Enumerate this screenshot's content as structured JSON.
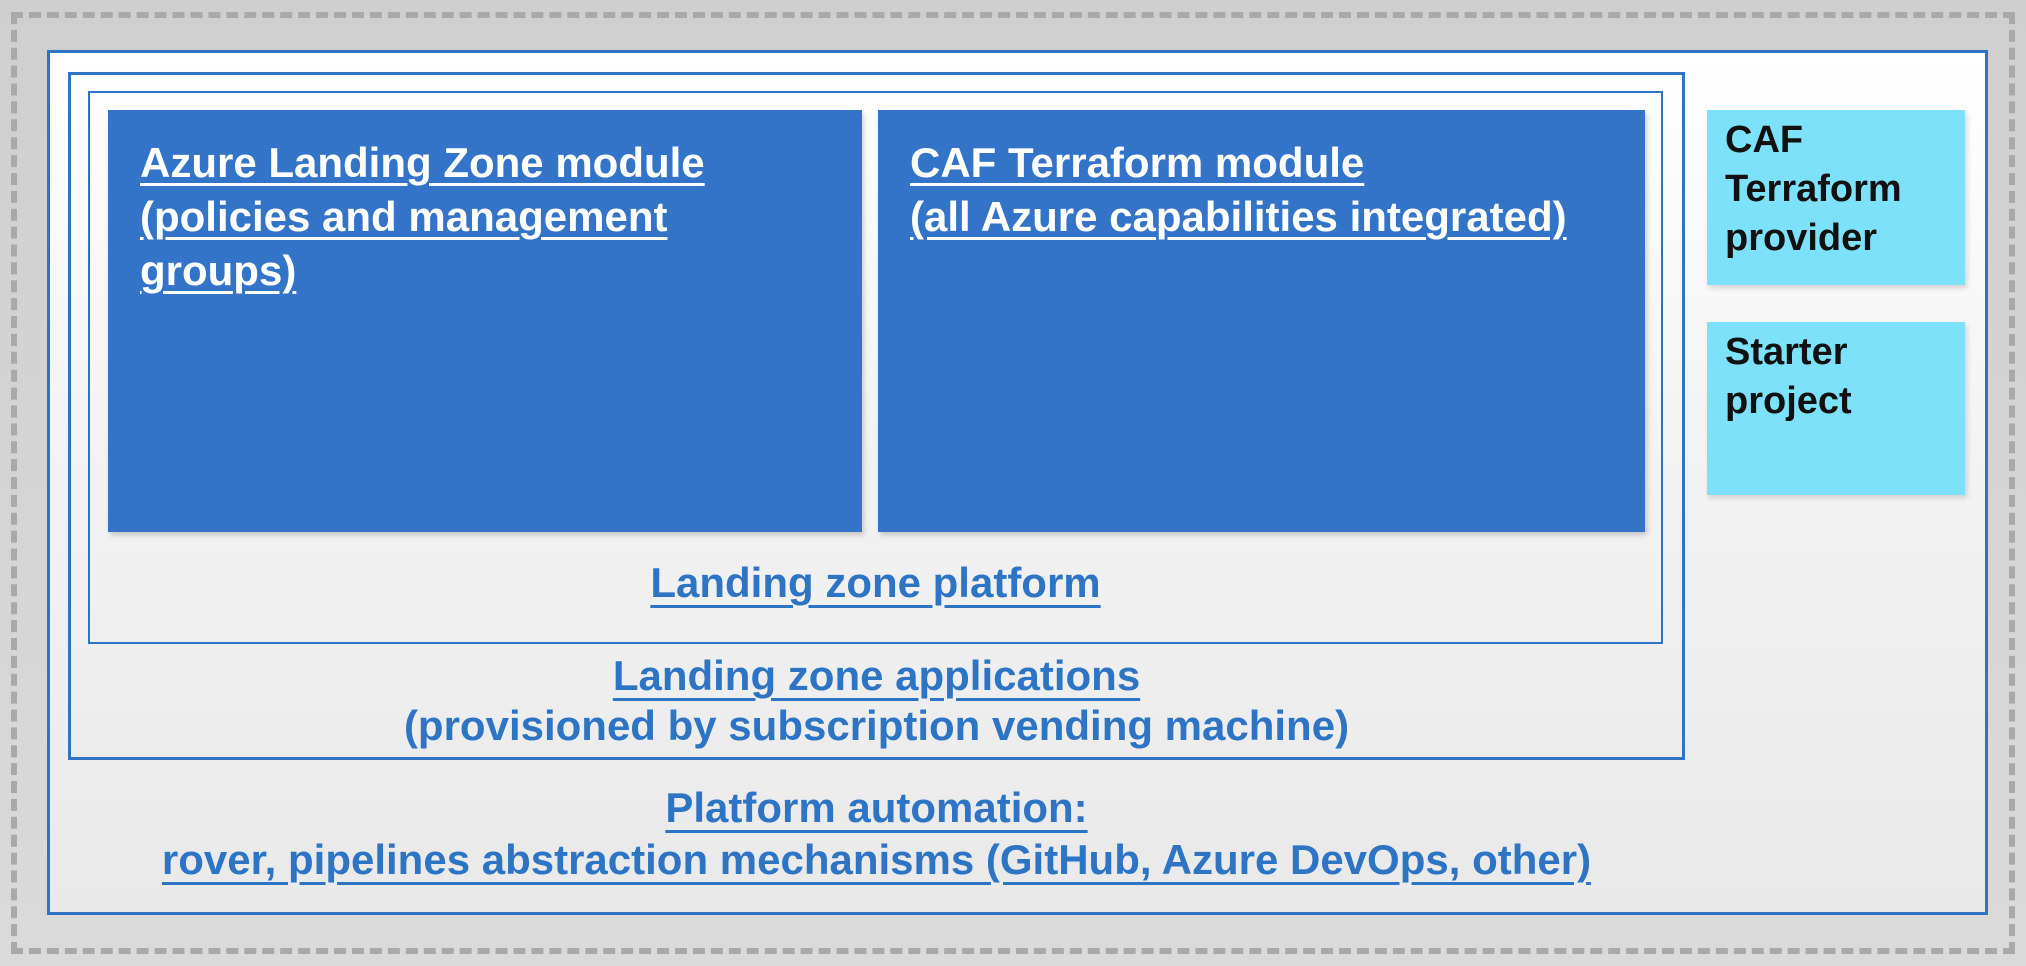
{
  "colors": {
    "slide_bg_top": "#cfcfcf",
    "slide_bg_bottom": "#dadada",
    "dash_border": "#a9a9a9",
    "frame_border": "#2e73c4",
    "panel_top": "#ffffff",
    "panel_bottom": "#e9e9e9",
    "module_fill": "#3374c9",
    "module_text": "#ffffff",
    "label_text": "#2e74c5",
    "side_fill": "#7de2f9",
    "side_text": "#111111"
  },
  "platform": {
    "label": "Landing zone platform",
    "modules": [
      {
        "title": "Azure Landing Zone module",
        "subtitle": "(policies and management groups)"
      },
      {
        "title": "CAF Terraform module",
        "subtitle": "(all Azure capabilities integrated)"
      }
    ]
  },
  "applications": {
    "label": "Landing zone applications",
    "sublabel": "(provisioned by subscription vending machine)"
  },
  "automation": {
    "label": "Platform automation:",
    "sublabel": "rover, pipelines abstraction mechanisms (GitHub, Azure DevOps, other)"
  },
  "side_panels": [
    {
      "label": "CAF Terraform provider"
    },
    {
      "label": "Starter project"
    }
  ]
}
